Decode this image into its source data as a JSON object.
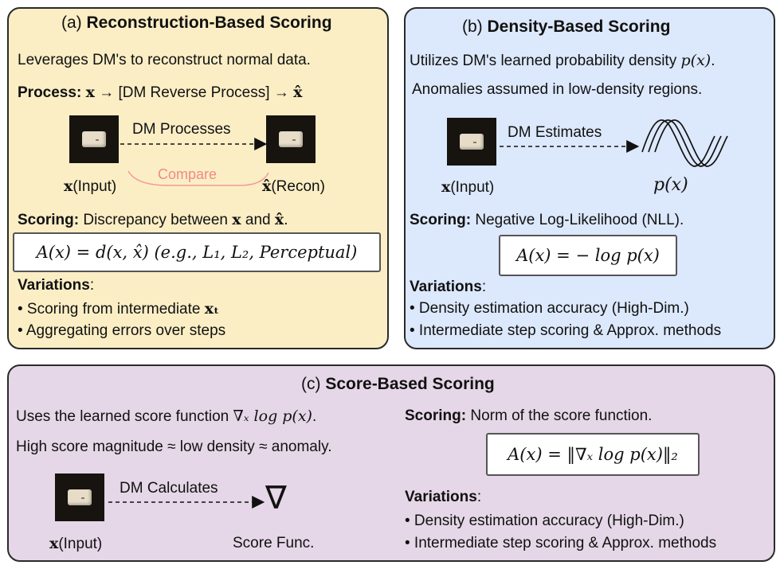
{
  "panel_a": {
    "title_prefix": "(a) ",
    "title": "Reconstruction-Based Scoring",
    "desc": "Leverages DM's to reconstruct normal data.",
    "process_label": "Process:",
    "process_x": "x",
    "process_mid": " → [DM Reverse Process] → ",
    "process_xhat": "x̂",
    "arrow_label": "DM Processes",
    "compare_label": "Compare",
    "input_var": "x",
    "input_text": "(Input)",
    "recon_var": "x̂",
    "recon_text": "(Recon)",
    "scoring_label": "Scoring:",
    "scoring_text": " Discrepancy between ",
    "scoring_x": "x",
    "scoring_and": " and ",
    "scoring_xhat": "x̂",
    "scoring_end": ".",
    "formula": "A(x) = d(x, x̂) (e.g., L₁, L₂, Perceptual)",
    "variations_label": "Variations",
    "variations_colon": ":",
    "variation_1_text": "• Scoring from intermediate ",
    "variation_1_var": "xₜ",
    "variation_2": "• Aggregating errors over steps"
  },
  "panel_b": {
    "title_prefix": "(b) ",
    "title": "Density-Based Scoring",
    "desc_text": "Utilizes DM's learned probability density ",
    "desc_math": "p(x)",
    "desc_end": ".",
    "desc2": "Anomalies assumed in low-density regions.",
    "arrow_label": "DM Estimates",
    "input_var": "x",
    "input_text": "(Input)",
    "density_label": "p(x)",
    "scoring_label": "Scoring:",
    "scoring_text": " Negative Log-Likelihood (NLL).",
    "formula": "A(x) = − log p(x)",
    "variations_label": "Variations",
    "variations_colon": ":",
    "variation_1": "• Density estimation accuracy (High-Dim.)",
    "variation_2": "• Intermediate step scoring & Approx. methods"
  },
  "panel_c": {
    "title_prefix": "(c) ",
    "title": "Score-Based Scoring",
    "desc_text": "Uses the learned score function ",
    "desc_math": "∇ₓ log p(x)",
    "desc_end": ".",
    "desc2": "High score magnitude ≈ low density ≈ anomaly.",
    "arrow_label": "DM Calculates",
    "nabla": "∇",
    "input_var": "x",
    "input_text": "(Input)",
    "score_func_label": "Score Func.",
    "scoring_label": "Scoring:",
    "scoring_text": " Norm of the score function.",
    "formula": "A(x) = ‖∇ₓ log p(x)‖₂",
    "variations_label": "Variations",
    "variations_colon": ":",
    "variation_1": "• Density estimation accuracy (High-Dim.)",
    "variation_2": "• Intermediate step scoring & Approx. methods"
  }
}
